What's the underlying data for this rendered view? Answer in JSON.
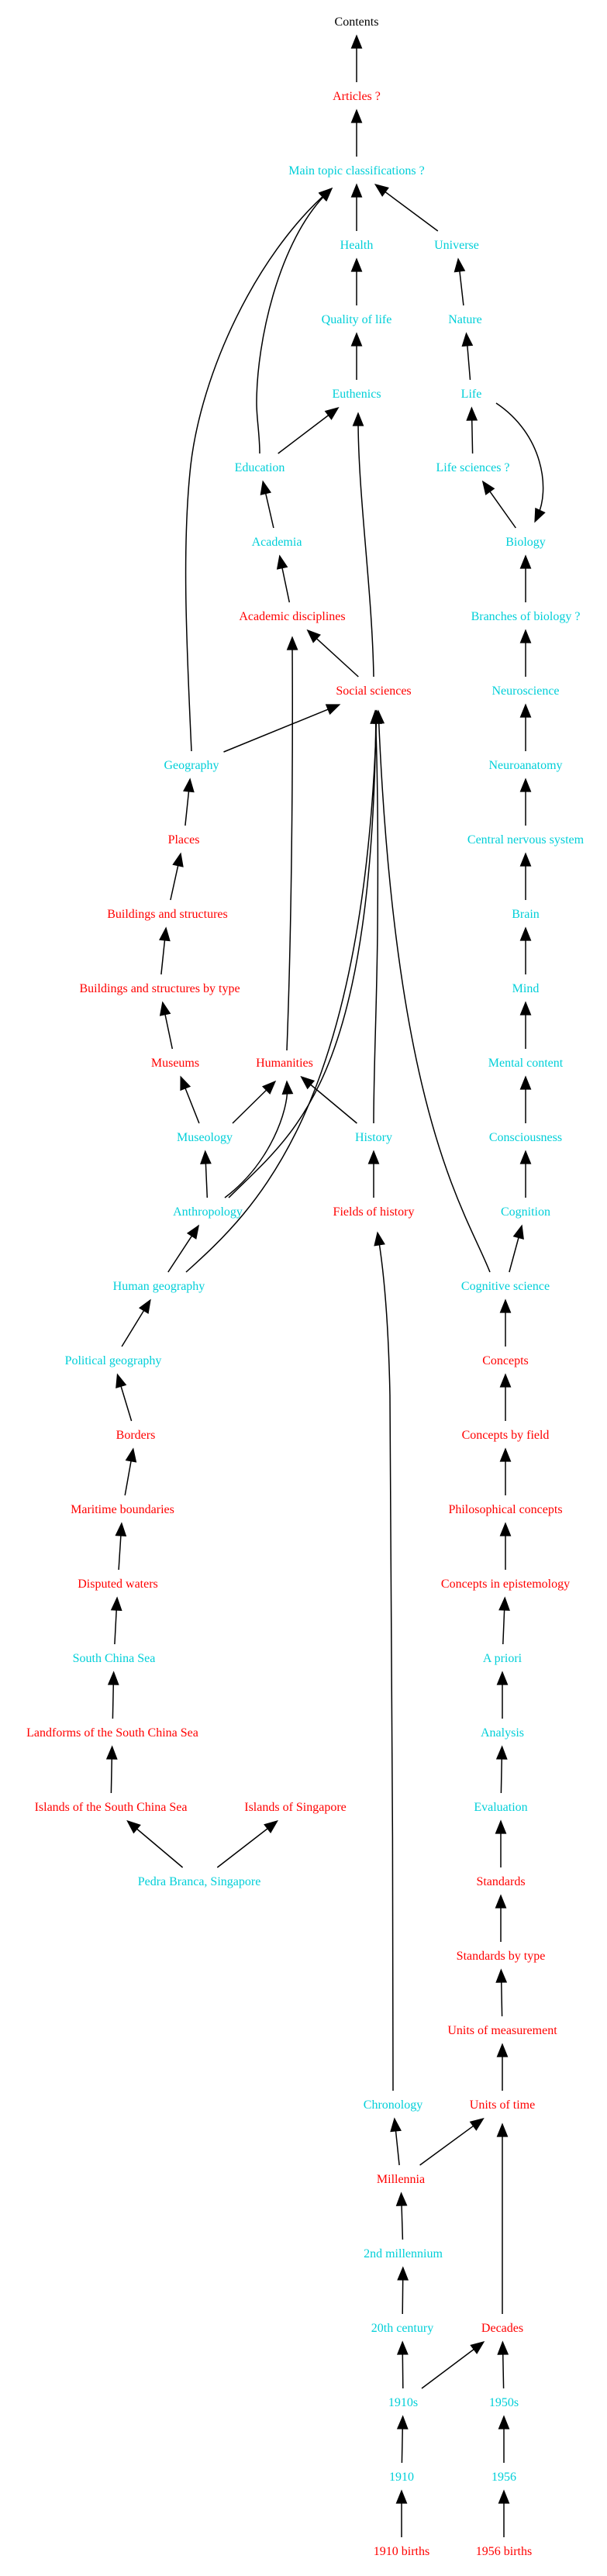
{
  "colors": {
    "page_category": "#ff0000",
    "category": "#00cfd8",
    "root": "#000000",
    "edge": "#000000"
  },
  "nodes": [
    {
      "id": "contents",
      "label": "Contents",
      "kind": "root"
    },
    {
      "id": "articles",
      "label": "Articles ?",
      "kind": "page_category"
    },
    {
      "id": "main_topic",
      "label": "Main topic classifications ?",
      "kind": "category"
    },
    {
      "id": "health",
      "label": "Health",
      "kind": "category"
    },
    {
      "id": "universe",
      "label": "Universe",
      "kind": "category"
    },
    {
      "id": "quality_of_life",
      "label": "Quality of life",
      "kind": "category"
    },
    {
      "id": "nature",
      "label": "Nature",
      "kind": "category"
    },
    {
      "id": "euthenics",
      "label": "Euthenics",
      "kind": "category"
    },
    {
      "id": "life",
      "label": "Life",
      "kind": "category"
    },
    {
      "id": "education",
      "label": "Education",
      "kind": "category"
    },
    {
      "id": "life_sciences",
      "label": "Life sciences ?",
      "kind": "category"
    },
    {
      "id": "academia",
      "label": "Academia",
      "kind": "category"
    },
    {
      "id": "biology",
      "label": "Biology",
      "kind": "category"
    },
    {
      "id": "academic_disciplines",
      "label": "Academic disciplines",
      "kind": "page_category"
    },
    {
      "id": "branches_biology",
      "label": "Branches of biology ?",
      "kind": "category"
    },
    {
      "id": "social_sciences",
      "label": "Social sciences",
      "kind": "page_category"
    },
    {
      "id": "neuroscience",
      "label": "Neuroscience",
      "kind": "category"
    },
    {
      "id": "geography",
      "label": "Geography",
      "kind": "category"
    },
    {
      "id": "neuroanatomy",
      "label": "Neuroanatomy",
      "kind": "category"
    },
    {
      "id": "places",
      "label": "Places",
      "kind": "page_category"
    },
    {
      "id": "cns",
      "label": "Central nervous system",
      "kind": "category"
    },
    {
      "id": "buildings",
      "label": "Buildings and structures",
      "kind": "page_category"
    },
    {
      "id": "brain",
      "label": "Brain",
      "kind": "category"
    },
    {
      "id": "buildings_type",
      "label": "Buildings and structures by type",
      "kind": "page_category"
    },
    {
      "id": "mind",
      "label": "Mind",
      "kind": "category"
    },
    {
      "id": "museums",
      "label": "Museums",
      "kind": "page_category"
    },
    {
      "id": "humanities",
      "label": "Humanities",
      "kind": "page_category"
    },
    {
      "id": "mental_content",
      "label": "Mental content",
      "kind": "category"
    },
    {
      "id": "museology",
      "label": "Museology",
      "kind": "category"
    },
    {
      "id": "history",
      "label": "History",
      "kind": "category"
    },
    {
      "id": "consciousness",
      "label": "Consciousness",
      "kind": "category"
    },
    {
      "id": "anthropology",
      "label": "Anthropology",
      "kind": "category"
    },
    {
      "id": "fields_history",
      "label": "Fields of history",
      "kind": "page_category"
    },
    {
      "id": "cognition",
      "label": "Cognition",
      "kind": "category"
    },
    {
      "id": "human_geography",
      "label": "Human geography",
      "kind": "category"
    },
    {
      "id": "cognitive_science",
      "label": "Cognitive science",
      "kind": "category"
    },
    {
      "id": "political_geography",
      "label": "Political geography",
      "kind": "category"
    },
    {
      "id": "concepts",
      "label": "Concepts",
      "kind": "page_category"
    },
    {
      "id": "borders",
      "label": "Borders",
      "kind": "page_category"
    },
    {
      "id": "concepts_field",
      "label": "Concepts by field",
      "kind": "page_category"
    },
    {
      "id": "maritime",
      "label": "Maritime boundaries",
      "kind": "page_category"
    },
    {
      "id": "phil_concepts",
      "label": "Philosophical concepts",
      "kind": "page_category"
    },
    {
      "id": "disputed",
      "label": "Disputed waters",
      "kind": "page_category"
    },
    {
      "id": "concepts_epist",
      "label": "Concepts in epistemology",
      "kind": "page_category"
    },
    {
      "id": "scs",
      "label": "South China Sea",
      "kind": "category"
    },
    {
      "id": "a_priori",
      "label": "A priori",
      "kind": "category"
    },
    {
      "id": "landforms_scs",
      "label": "Landforms of the South China Sea",
      "kind": "page_category"
    },
    {
      "id": "analysis",
      "label": "Analysis",
      "kind": "category"
    },
    {
      "id": "islands_scs",
      "label": "Islands of the South China Sea",
      "kind": "page_category"
    },
    {
      "id": "islands_sg",
      "label": "Islands of Singapore",
      "kind": "page_category"
    },
    {
      "id": "evaluation",
      "label": "Evaluation",
      "kind": "category"
    },
    {
      "id": "pedra_branca",
      "label": "Pedra Branca, Singapore",
      "kind": "category"
    },
    {
      "id": "standards",
      "label": "Standards",
      "kind": "page_category"
    },
    {
      "id": "standards_type",
      "label": "Standards by type",
      "kind": "page_category"
    },
    {
      "id": "units_measurement",
      "label": "Units of measurement",
      "kind": "page_category"
    },
    {
      "id": "chronology",
      "label": "Chronology",
      "kind": "category"
    },
    {
      "id": "units_time",
      "label": "Units of time",
      "kind": "page_category"
    },
    {
      "id": "millennia",
      "label": "Millennia",
      "kind": "page_category"
    },
    {
      "id": "second_millennium",
      "label": "2nd millennium",
      "kind": "category"
    },
    {
      "id": "twentieth_century",
      "label": "20th century",
      "kind": "category"
    },
    {
      "id": "decades",
      "label": "Decades",
      "kind": "page_category"
    },
    {
      "id": "1910s",
      "label": "1910s",
      "kind": "category"
    },
    {
      "id": "1950s",
      "label": "1950s",
      "kind": "category"
    },
    {
      "id": "1910",
      "label": "1910",
      "kind": "category"
    },
    {
      "id": "1956",
      "label": "1956",
      "kind": "category"
    },
    {
      "id": "1910_births",
      "label": "1910 births",
      "kind": "page_category"
    },
    {
      "id": "1956_births",
      "label": "1956 births",
      "kind": "page_category"
    }
  ],
  "edges": [
    {
      "from": "articles",
      "to": "contents"
    },
    {
      "from": "main_topic",
      "to": "articles"
    },
    {
      "from": "health",
      "to": "main_topic"
    },
    {
      "from": "universe",
      "to": "main_topic"
    },
    {
      "from": "quality_of_life",
      "to": "health"
    },
    {
      "from": "nature",
      "to": "universe"
    },
    {
      "from": "euthenics",
      "to": "quality_of_life"
    },
    {
      "from": "life",
      "to": "nature"
    },
    {
      "from": "education",
      "to": "euthenics"
    },
    {
      "from": "education",
      "to": "main_topic"
    },
    {
      "from": "life_sciences",
      "to": "life"
    },
    {
      "from": "life",
      "to": "biology"
    },
    {
      "from": "biology",
      "to": "life_sciences"
    },
    {
      "from": "academia",
      "to": "education"
    },
    {
      "from": "academic_disciplines",
      "to": "academia"
    },
    {
      "from": "branches_biology",
      "to": "biology"
    },
    {
      "from": "social_sciences",
      "to": "academic_disciplines"
    },
    {
      "from": "social_sciences",
      "to": "euthenics"
    },
    {
      "from": "neuroscience",
      "to": "branches_biology"
    },
    {
      "from": "geography",
      "to": "social_sciences"
    },
    {
      "from": "geography",
      "to": "main_topic"
    },
    {
      "from": "neuroanatomy",
      "to": "neuroscience"
    },
    {
      "from": "places",
      "to": "geography"
    },
    {
      "from": "cns",
      "to": "neuroanatomy"
    },
    {
      "from": "buildings",
      "to": "places"
    },
    {
      "from": "brain",
      "to": "cns"
    },
    {
      "from": "buildings_type",
      "to": "buildings"
    },
    {
      "from": "mind",
      "to": "brain"
    },
    {
      "from": "museums",
      "to": "buildings_type"
    },
    {
      "from": "humanities",
      "to": "academic_disciplines"
    },
    {
      "from": "mental_content",
      "to": "mind"
    },
    {
      "from": "museology",
      "to": "museums"
    },
    {
      "from": "museology",
      "to": "humanities"
    },
    {
      "from": "history",
      "to": "humanities"
    },
    {
      "from": "history",
      "to": "social_sciences"
    },
    {
      "from": "consciousness",
      "to": "mental_content"
    },
    {
      "from": "anthropology",
      "to": "museology"
    },
    {
      "from": "anthropology",
      "to": "humanities"
    },
    {
      "from": "anthropology",
      "to": "social_sciences"
    },
    {
      "from": "fields_history",
      "to": "history"
    },
    {
      "from": "cognition",
      "to": "consciousness"
    },
    {
      "from": "human_geography",
      "to": "anthropology"
    },
    {
      "from": "human_geography",
      "to": "social_sciences"
    },
    {
      "from": "cognitive_science",
      "to": "cognition"
    },
    {
      "from": "cognitive_science",
      "to": "social_sciences"
    },
    {
      "from": "political_geography",
      "to": "human_geography"
    },
    {
      "from": "concepts",
      "to": "cognitive_science"
    },
    {
      "from": "borders",
      "to": "political_geography"
    },
    {
      "from": "concepts_field",
      "to": "concepts"
    },
    {
      "from": "maritime",
      "to": "borders"
    },
    {
      "from": "phil_concepts",
      "to": "concepts_field"
    },
    {
      "from": "disputed",
      "to": "maritime"
    },
    {
      "from": "concepts_epist",
      "to": "phil_concepts"
    },
    {
      "from": "scs",
      "to": "disputed"
    },
    {
      "from": "a_priori",
      "to": "concepts_epist"
    },
    {
      "from": "landforms_scs",
      "to": "scs"
    },
    {
      "from": "analysis",
      "to": "a_priori"
    },
    {
      "from": "islands_scs",
      "to": "landforms_scs"
    },
    {
      "from": "evaluation",
      "to": "analysis"
    },
    {
      "from": "pedra_branca",
      "to": "islands_scs"
    },
    {
      "from": "pedra_branca",
      "to": "islands_sg"
    },
    {
      "from": "standards",
      "to": "evaluation"
    },
    {
      "from": "standards_type",
      "to": "standards"
    },
    {
      "from": "units_measurement",
      "to": "standards_type"
    },
    {
      "from": "units_time",
      "to": "units_measurement"
    },
    {
      "from": "chronology",
      "to": "fields_history"
    },
    {
      "from": "millennia",
      "to": "chronology"
    },
    {
      "from": "millennia",
      "to": "units_time"
    },
    {
      "from": "second_millennium",
      "to": "millennia"
    },
    {
      "from": "twentieth_century",
      "to": "second_millennium"
    },
    {
      "from": "decades",
      "to": "units_time"
    },
    {
      "from": "1910s",
      "to": "twentieth_century"
    },
    {
      "from": "1910s",
      "to": "decades"
    },
    {
      "from": "1950s",
      "to": "decades"
    },
    {
      "from": "1910",
      "to": "1910s"
    },
    {
      "from": "1956",
      "to": "1950s"
    },
    {
      "from": "1910_births",
      "to": "1910"
    },
    {
      "from": "1956_births",
      "to": "1956"
    }
  ]
}
